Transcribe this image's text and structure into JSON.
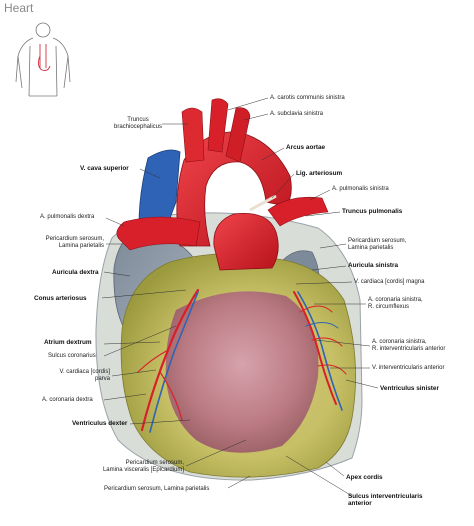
{
  "title": "Heart",
  "labels": {
    "carotis": "A. carotis communis sinistra",
    "subclavia": "A. subclavia sinistra",
    "truncus_brach_1": "Truncus",
    "truncus_brach_2": "brachiocephalicus",
    "arcus": "Arcus aortae",
    "vcs": "V. cava superior",
    "lig_art": "Lig. arteriosum",
    "a_pulm_sin": "A. pulmonalis sinistra",
    "a_pulm_dex": "A. pulmonalis dextra",
    "trunc_pulm": "Truncus pulmonalis",
    "peri_left_1": "Pericardium serosum,",
    "peri_left_2": "Lamina parietalis",
    "peri_right_1": "Pericardium serosum,",
    "peri_right_2": "Lamina parietalis",
    "aur_dex": "Auricula dextra",
    "aur_sin": "Auricula sinistra",
    "v_card_magna": "V. cardiaca [cordis] magna",
    "conus": "Conus arteriosus",
    "a_cor_sin_1": "A. coronaria sinistra,",
    "a_cor_sin_2": "R. circumflexus",
    "atrium": "Atrium dextrum",
    "a_cor_sin_ant_1": "A. coronaria sinistra,",
    "a_cor_sin_ant_2": "R. interventricularis anterior",
    "sulcus_cor": "Sulcus coronarius",
    "v_interv": "V. interventricularis anterior",
    "v_card_parva_1": "V. cardiaca [cordis]",
    "v_card_parva_2": "parva",
    "vent_sin": "Ventriculus sinister",
    "a_cor_dex": "A. coronaria dextra",
    "vent_dex": "Ventriculus dexter",
    "epicard_1": "Pericardium serosum,",
    "epicard_2": "Lamina visceralis [Epicardium]",
    "apex": "Apex cordis",
    "peri_bottom": "Pericardium serosum, Lamina parietalis",
    "sulcus_iv_1": "Sulcus interventricularis",
    "sulcus_iv_2": "anterior"
  },
  "colors": {
    "artery": "#d8202a",
    "vein": "#2f63b6",
    "fat": "#c9c46a",
    "muscle": "#c27a8a",
    "pericardium": "#a9b0b8"
  }
}
